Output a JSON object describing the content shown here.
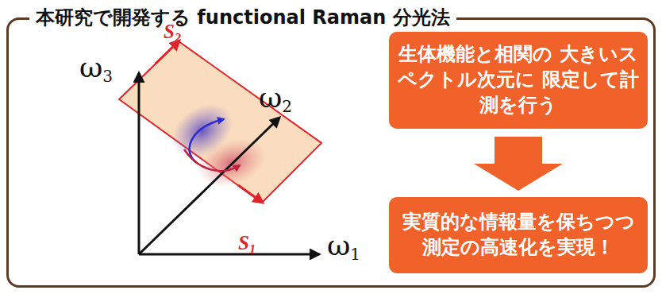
{
  "diagram": {
    "nodes": [
      {
        "text": [
          "本研究で開発する functional Raman 分光法"
        ]
      },
      {
        "text": [
          "生体機能と相関の 大きいスペクトル次元に 限定して計測を行う"
        ],
        "in": 0
      },
      {
        "text": [
          "実質的な情報量を保ちつつ 測定の高速化を実現！"
        ],
        "in": 0
      }
    ],
    "edges": [
      {
        "from": 1,
        "to": 2,
        "arrow": "to"
      }
    ],
    "labels": [
      "ω3",
      "ω2",
      "ω1",
      "S2",
      "S1"
    ]
  }
}
